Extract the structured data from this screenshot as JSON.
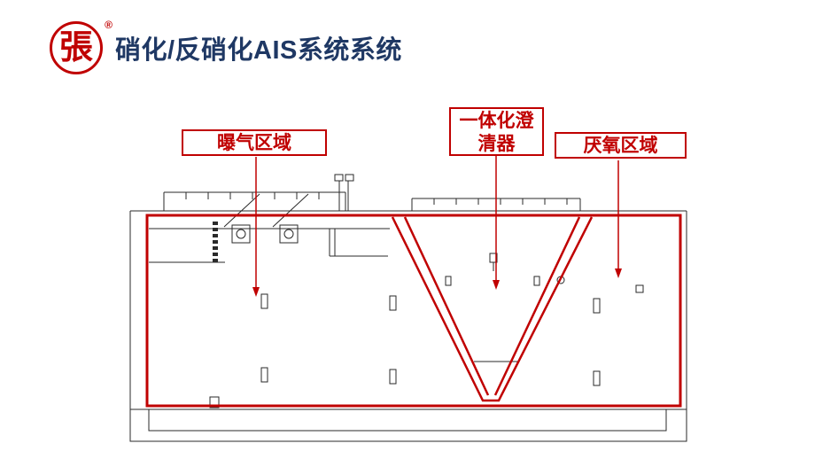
{
  "header": {
    "title": "硝化/反硝化AIS系统系统",
    "logo_char": "張",
    "registered_mark": "®"
  },
  "labels": {
    "aeration_zone": "曝气区域",
    "clarifier": "一体化澄清器",
    "anaerobic_zone": "厌氧区域"
  },
  "colors": {
    "title_blue": "#1f3864",
    "accent_red": "#c00000",
    "line_black": "#2a2a2a",
    "background": "#ffffff"
  }
}
